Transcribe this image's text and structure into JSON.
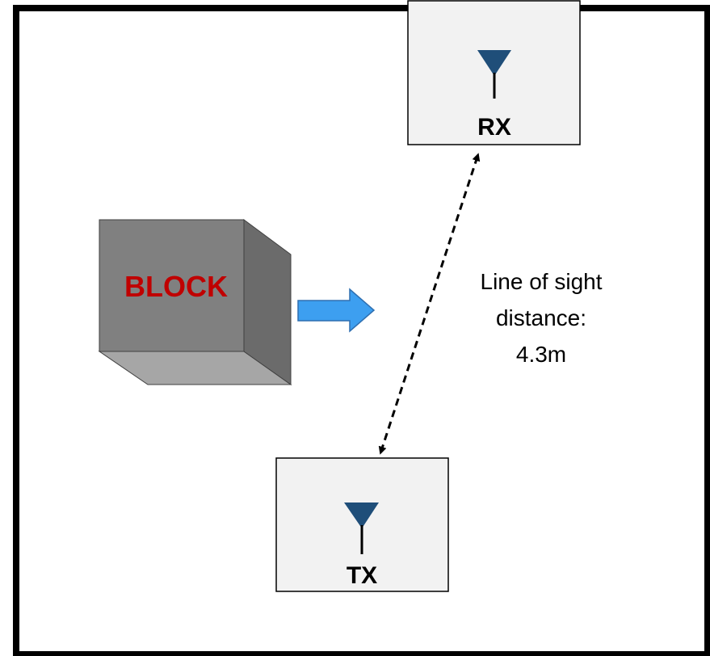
{
  "diagram": {
    "rx_label": "RX",
    "tx_label": "TX",
    "block_label": "BLOCK",
    "los_line1": "Line of sight",
    "los_line2": "distance:",
    "los_line3": "4.3m"
  },
  "colors": {
    "border": "#000000",
    "station_fill": "#f2f2f2",
    "antenna": "#1f4e79",
    "block_front": "#808080",
    "block_side": "#6b6b6b",
    "block_bottom": "#a6a6a6",
    "block_text": "#c00000",
    "arrow_fill": "#3d9ff0",
    "arrow_stroke": "#2f6fb0"
  }
}
